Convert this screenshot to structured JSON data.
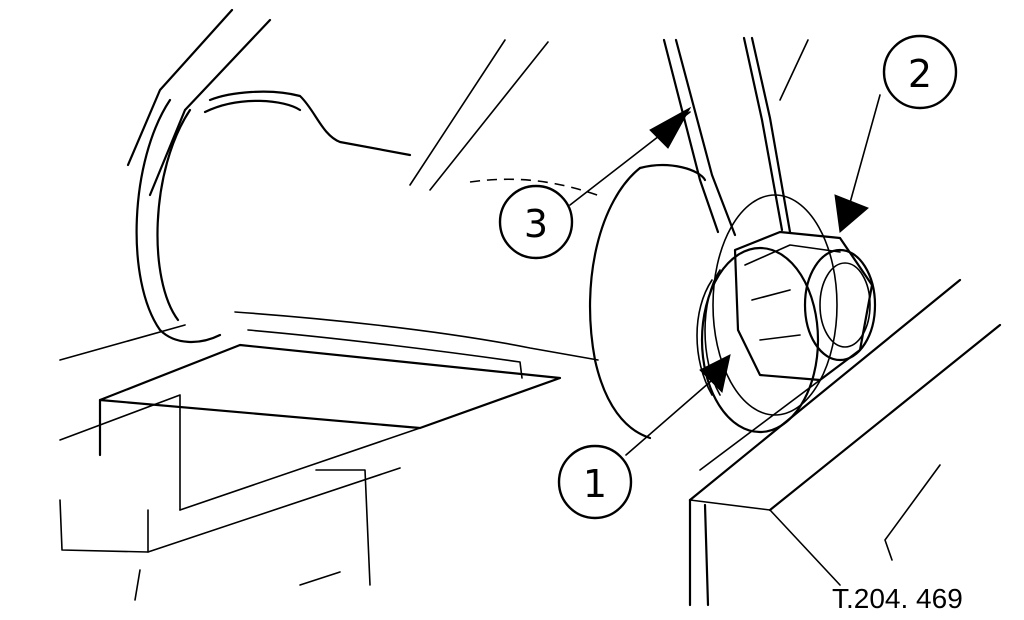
{
  "callouts": [
    {
      "id": "1",
      "label": "1"
    },
    {
      "id": "2",
      "label": "2"
    },
    {
      "id": "3",
      "label": "3"
    }
  ],
  "reference": "T.204. 469"
}
